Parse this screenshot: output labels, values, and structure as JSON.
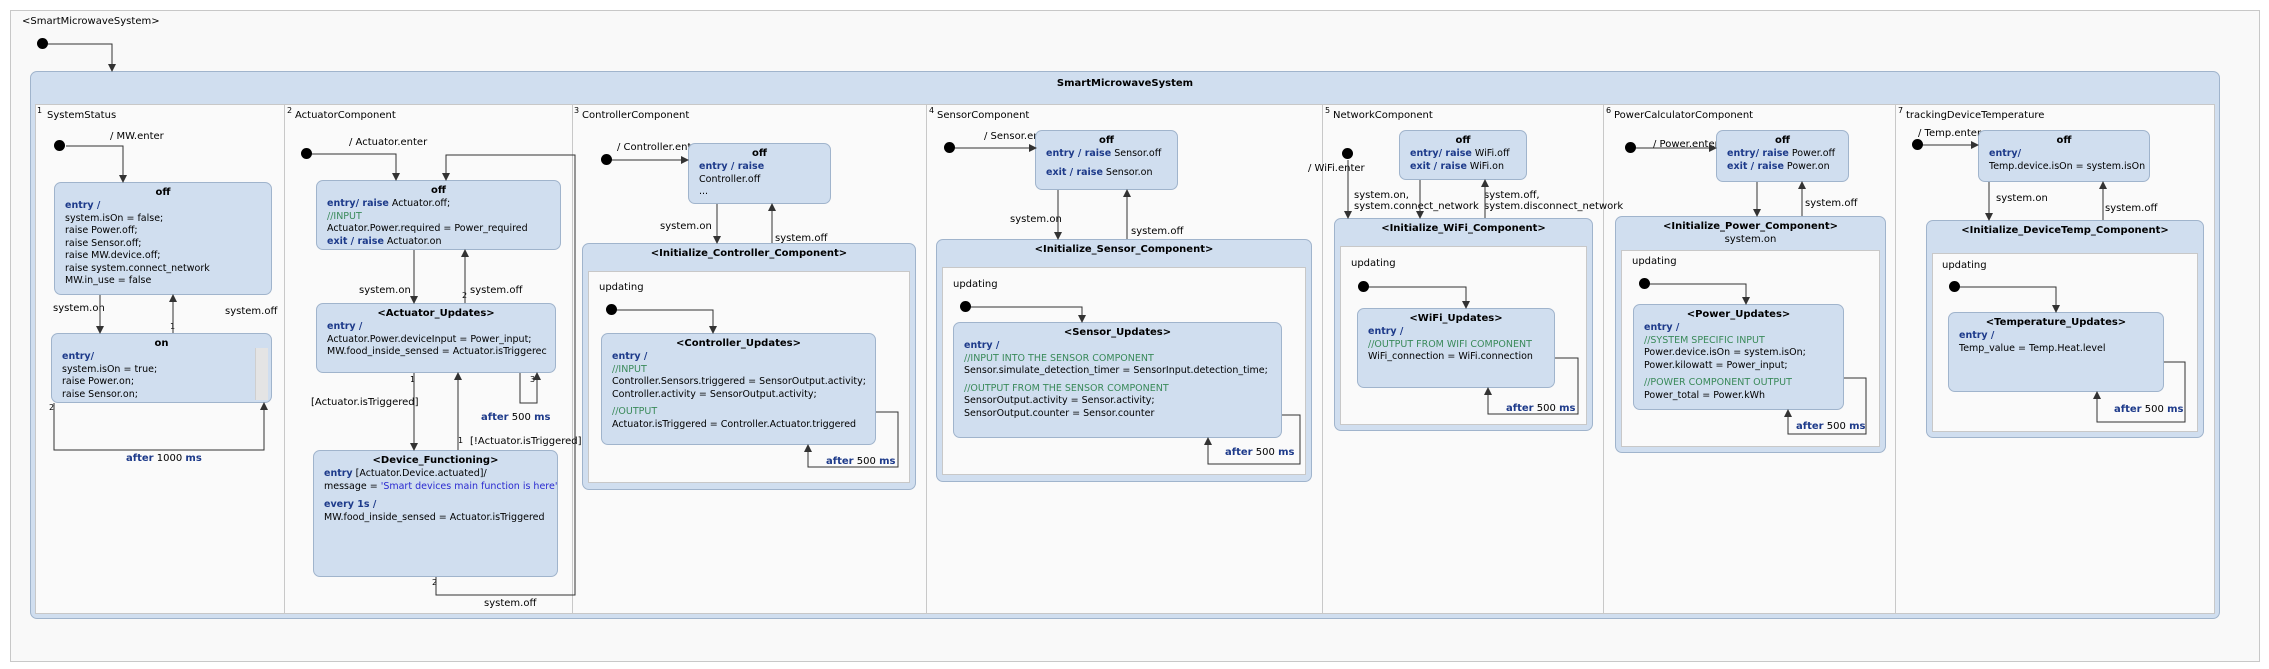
{
  "diagram": {
    "title": "<SmartMicrowaveSystem>",
    "main_state": "SmartMicrowaveSystem"
  },
  "regions": {
    "system_status": {
      "num": "1",
      "name": "SystemStatus",
      "init_label": "/ MW.enter",
      "off": {
        "name": "off",
        "lines": [
          "entry /",
          "system.isOn = false;",
          "raise Power.off;",
          "raise Sensor.off;",
          "raise MW.device.off;",
          "raise system.connect_network",
          "MW.in_use = false"
        ]
      },
      "on": {
        "name": "on",
        "lines": [
          "entry/",
          "system.isOn = true;",
          "raise Power.on;",
          "raise Sensor.on;"
        ]
      },
      "t_on": "system.on",
      "t_off": "system.off",
      "after": "after",
      "after_val": "1000",
      "after_unit": "ms",
      "n1": "1",
      "n2": "2"
    },
    "actuator": {
      "num": "2",
      "name": "ActuatorComponent",
      "init_label": "/ Actuator.enter",
      "off": {
        "name": "off",
        "line1_kw": "entry/ raise",
        "line1": " Actuator.off;",
        "line2": "//INPUT",
        "line3": "Actuator.Power.required = Power_required",
        "line4_kw": "exit / raise",
        "line4": " Actuator.on"
      },
      "updates": {
        "name": "<Actuator_Updates>",
        "line1": "entry /",
        "line2": "Actuator.Power.deviceInput = Power_input;",
        "line3": "MW.food_inside_sensed = Actuator.isTriggerec"
      },
      "functioning": {
        "name": "<Device_Functioning>",
        "line1_kw": "entry",
        "line1": " [Actuator.Device.actuated]/",
        "line2a": "message = ",
        "line2b": "'Smart devices main function is here'",
        "line3": "every 1s /",
        "line4": "MW.food_inside_sensed = Actuator.isTriggered"
      },
      "t_on": "system.on",
      "t_off": "system.off",
      "t_trig": "[Actuator.isTriggered]",
      "t_ntrig": "[!Actuator.isTriggered]",
      "after": "after",
      "after_val": "500",
      "after_unit": "ms",
      "t_off2": "system.off",
      "n1": "1",
      "n2": "2",
      "n3": "3"
    },
    "controller": {
      "num": "3",
      "name": "ControllerComponent",
      "init_label": "/ Controller.enter",
      "off": {
        "name": "off",
        "line1": "entry / raise",
        "line2": "Controller.off",
        "line3": "..."
      },
      "composite": "<Initialize_Controller_Component>",
      "inner_region": "updating",
      "updates": {
        "name": "<Controller_Updates>",
        "line1": "entry /",
        "line2": "//INPUT",
        "line3": "Controller.Sensors.triggered = SensorOutput.activity;",
        "line4": "Controller.activity = SensorOutput.activity;",
        "line5": "//OUTPUT",
        "line6": "Actuator.isTriggered = Controller.Actuator.triggered"
      },
      "t_on": "system.on",
      "t_off": "system.off",
      "after": "after",
      "after_val": "500",
      "after_unit": "ms"
    },
    "sensor": {
      "num": "4",
      "name": "SensorComponent",
      "init_label": "/ Sensor.enter",
      "off": {
        "name": "off",
        "line1_kw": "entry / raise",
        "line1": " Sensor.off",
        "line2_kw": "exit / raise",
        "line2": " Sensor.on"
      },
      "composite": "<Initialize_Sensor_Component>",
      "inner_region": "updating",
      "updates": {
        "name": "<Sensor_Updates>",
        "line1": "entry /",
        "line2": "//INPUT INTO THE SENSOR COMPONENT",
        "line3": "Sensor.simulate_detection_timer = SensorInput.detection_time;",
        "line4": "//OUTPUT FROM THE SENSOR COMPONENT",
        "line5": "SensorOutput.activity = Sensor.activity;",
        "line6": "SensorOutput.counter = Sensor.counter"
      },
      "t_on": "system.on",
      "t_off": "system.off",
      "after": "after",
      "after_val": "500",
      "after_unit": "ms"
    },
    "network": {
      "num": "5",
      "name": "NetworkComponent",
      "init_label": "/ WiFi.enter",
      "off": {
        "name": "off",
        "line1_kw": "entry/ raise",
        "line1": " WiFi.off",
        "line2_kw": "exit / raise",
        "line2": " WiFi.on"
      },
      "composite": "<Initialize_WiFi_Component>",
      "inner_region": "updating",
      "updates": {
        "name": "<WiFi_Updates>",
        "line1": "entry /",
        "line2": "//OUTPUT FROM WIFI COMPONENT",
        "line3": "WiFi_connection = WiFi.connection"
      },
      "t_on1": "system.on,",
      "t_on2": "system.connect_network",
      "t_off1": "system.off,",
      "t_off2": "system.disconnect_network",
      "after": "after",
      "after_val": "500",
      "after_unit": "ms"
    },
    "power": {
      "num": "6",
      "name": "PowerCalculatorComponent",
      "init_label": "/ Power.enter",
      "off": {
        "name": "off",
        "line1_kw": "entry/ raise",
        "line1": " Power.off",
        "line2_kw": "exit / raise",
        "line2": " Power.on"
      },
      "composite": "<Initialize_Power_Component>",
      "inner_region": "updating",
      "updates": {
        "name": "<Power_Updates>",
        "line1": "entry /",
        "line2": "//SYSTEM SPECIFIC INPUT",
        "line3": "Power.device.isOn = system.isOn;",
        "line4": "Power.kilowatt = Power_input;",
        "line5": "//POWER COMPONENT OUTPUT",
        "line6": "Power_total = Power.kWh"
      },
      "t_on": "system.on",
      "t_off": "system.off",
      "after": "after",
      "after_val": "500",
      "after_unit": "ms"
    },
    "tracking": {
      "num": "7",
      "name": "trackingDeviceTemperature",
      "init_label": "/ Temp.enter",
      "off": {
        "name": "off",
        "line1": "entry/",
        "line2": "Temp.device.isOn = system.isOn"
      },
      "composite": "<Initialize_DeviceTemp_Component>",
      "inner_region": "updating",
      "updates": {
        "name": "<Temperature_Updates>",
        "line1": "entry /",
        "line2": "Temp_value = Temp.Heat.level"
      },
      "t_on": "system.on",
      "t_off": "system.off",
      "after": "after",
      "after_val": "500",
      "after_unit": "ms"
    }
  }
}
